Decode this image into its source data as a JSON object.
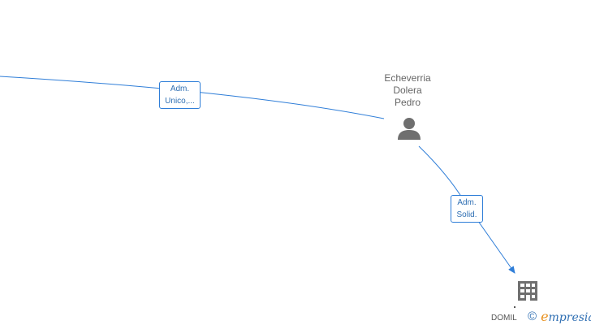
{
  "graph": {
    "edges": [
      {
        "label_lines": [
          "Adm.",
          "Unico,..."
        ]
      },
      {
        "label_lines": [
          "Adm.",
          "Solid."
        ]
      }
    ],
    "person": {
      "name_lines": [
        "Echeverria",
        "Dolera",
        "Pedro"
      ],
      "icon": "person-icon"
    },
    "company": {
      "name": "DOMIL",
      "icon": "building-icon"
    }
  },
  "watermark": {
    "copyright": "©",
    "brand_first_letter": "e",
    "brand_rest": "mpresia"
  },
  "colors": {
    "edge": "#2f7ed8",
    "label_text": "#2f6fb3",
    "node_text": "#666666",
    "icon": "#6f6f6f",
    "brand_e": "#e8901c"
  }
}
